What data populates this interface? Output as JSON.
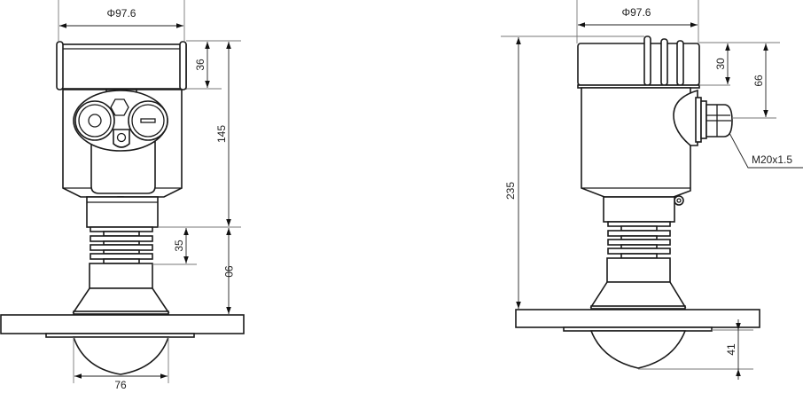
{
  "diagram": {
    "type": "technical-dimension-drawing",
    "views": [
      {
        "name": "front-view",
        "dimensions": {
          "housing_diameter": "Φ97.6",
          "cover_height": "36",
          "housing_height": "145",
          "bellows_height": "35",
          "flange_to_neck": "90",
          "horn_diameter": "76"
        }
      },
      {
        "name": "side-view",
        "dimensions": {
          "housing_diameter": "Φ97.6",
          "cover_height": "30",
          "gland_offset": "66",
          "overall_height": "235",
          "horn_depth": "41"
        },
        "callouts": {
          "cable_gland": "M20x1.5"
        }
      }
    ]
  },
  "front": {
    "dia": "Φ97.6",
    "d36": "36",
    "d145": "145",
    "d35": "35",
    "d90": "90",
    "d76": "76"
  },
  "side": {
    "dia": "Φ97.6",
    "d30": "30",
    "d66": "66",
    "d235": "235",
    "d41": "41",
    "gland": "M20x1.5"
  }
}
